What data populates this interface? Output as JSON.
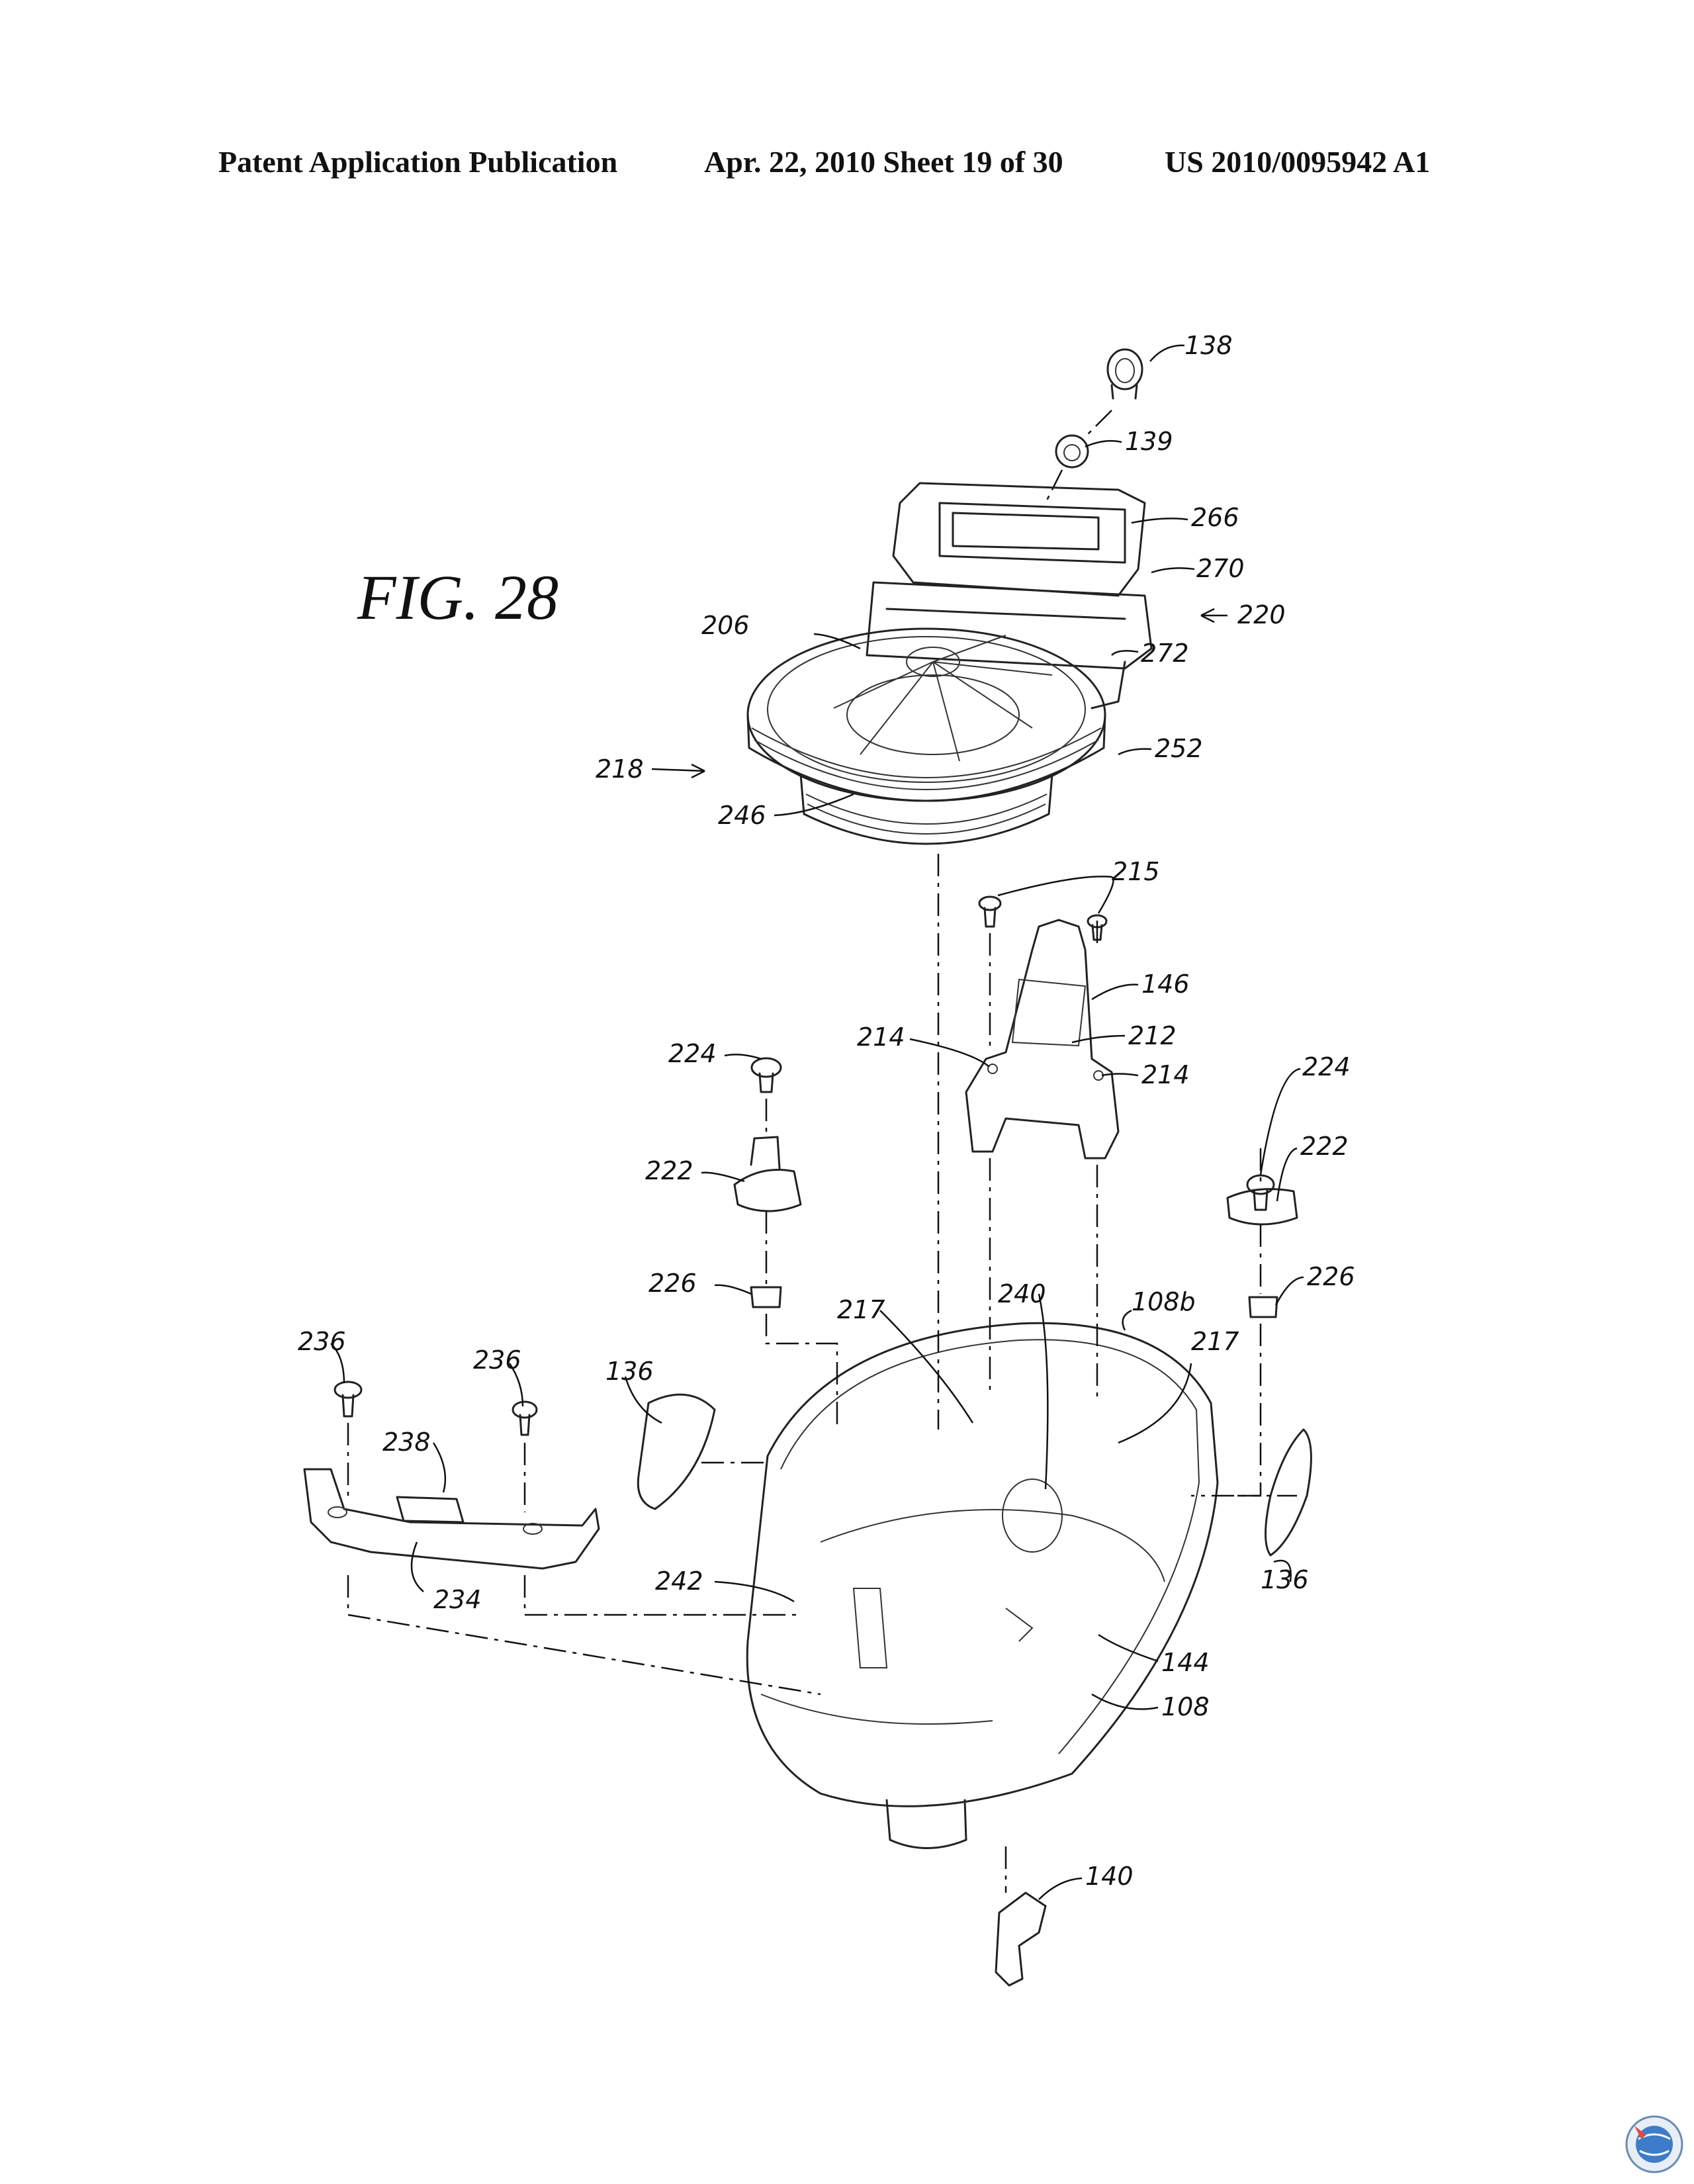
{
  "header": {
    "publication": "Patent Application Publication",
    "date_sheet": "Apr. 22, 2010  Sheet 19 of 30",
    "number": "US 2010/0095942 A1"
  },
  "figure": {
    "title": "FIG. 28",
    "refs": {
      "r138": "138",
      "r139": "139",
      "r266": "266",
      "r270": "270",
      "r220": "220",
      "r272": "272",
      "r206": "206",
      "r218": "218",
      "r252": "252",
      "r246": "246",
      "r215": "215",
      "r146": "146",
      "r212": "212",
      "r214a": "214",
      "r214b": "214",
      "r224a": "224",
      "r224b": "224",
      "r222a": "222",
      "r222b": "222",
      "r226a": "226",
      "r226b": "226",
      "r240": "240",
      "r108b": "108b",
      "r217a": "217",
      "r217b": "217",
      "r236a": "236",
      "r236b": "236",
      "r136a": "136",
      "r136b": "136",
      "r238": "238",
      "r234": "234",
      "r242": "242",
      "r144": "144",
      "r108": "108",
      "r140": "140"
    }
  },
  "watermark": {
    "icon": "globe-logo-icon"
  }
}
